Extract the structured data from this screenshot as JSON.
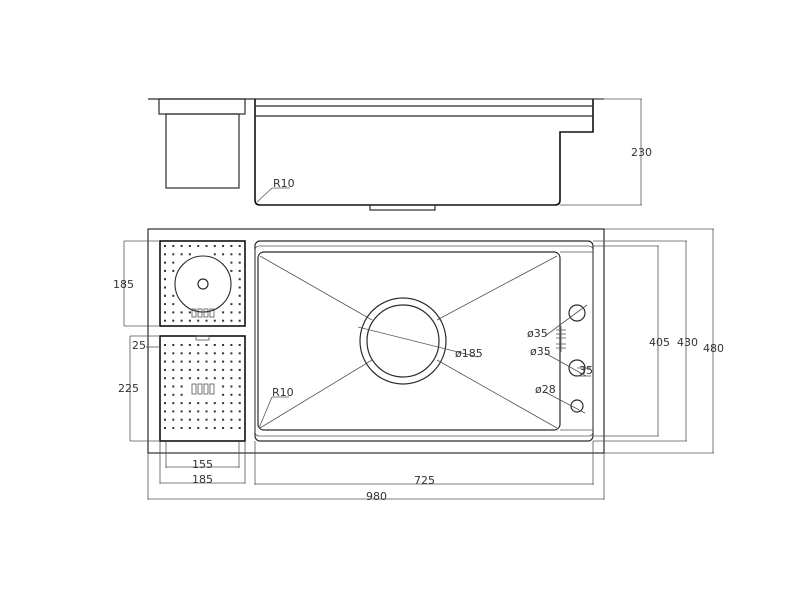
{
  "dimensions": {
    "height_side": "230",
    "radius_side": "R10",
    "board_height_top": "185",
    "board_gap": "25",
    "board_height_bottom": "225",
    "radius_top": "R10",
    "drain_diameter": "ø185",
    "hole_a": "ø35",
    "hole_b": "ø35",
    "hole_spacing": "35",
    "hole_c": "ø28",
    "inner_depth": "405",
    "mid_depth": "430",
    "outer_depth": "480",
    "board_inner_width": "155",
    "board_outer_width": "185",
    "bowl_width": "725",
    "overall_width": "980"
  }
}
